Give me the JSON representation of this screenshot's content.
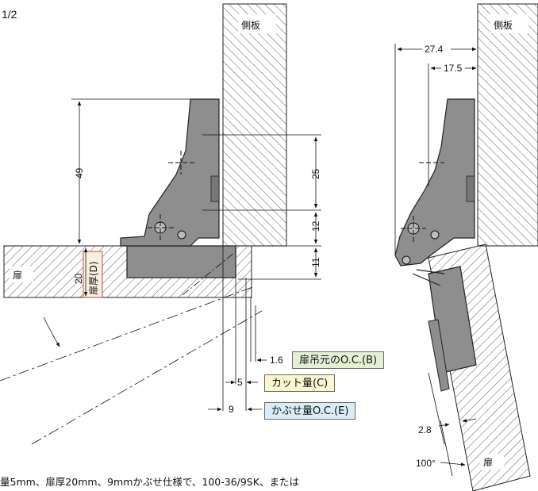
{
  "page": {
    "indicator": "1/2"
  },
  "labels": {
    "side_panel": "側板",
    "door": "扉",
    "door_thickness": "扉厚(D)"
  },
  "dimensions": {
    "d49": "49",
    "d25": "25",
    "d12": "12",
    "d11": "11",
    "d20": "20",
    "d1_6": "1.6",
    "d5": "5",
    "d9": "9",
    "d27_4": "27.4",
    "d17_5": "17.5",
    "d2_8": "2.8",
    "angle": "100°"
  },
  "callouts": {
    "b": "扉吊元のO.C.(B)",
    "c": "カット量(C)",
    "e": "かぶせ量O.C.(E)"
  },
  "colors": {
    "callout_b_bg": "#e3f0d6",
    "callout_c_bg": "#fbf6cf",
    "callout_e_bg": "#d9edf7",
    "hinge_fill": "#8e8e8e"
  },
  "note": "量5mm、扉厚20mm、9mmかぶせ仕様で、100-36/9SK、または"
}
